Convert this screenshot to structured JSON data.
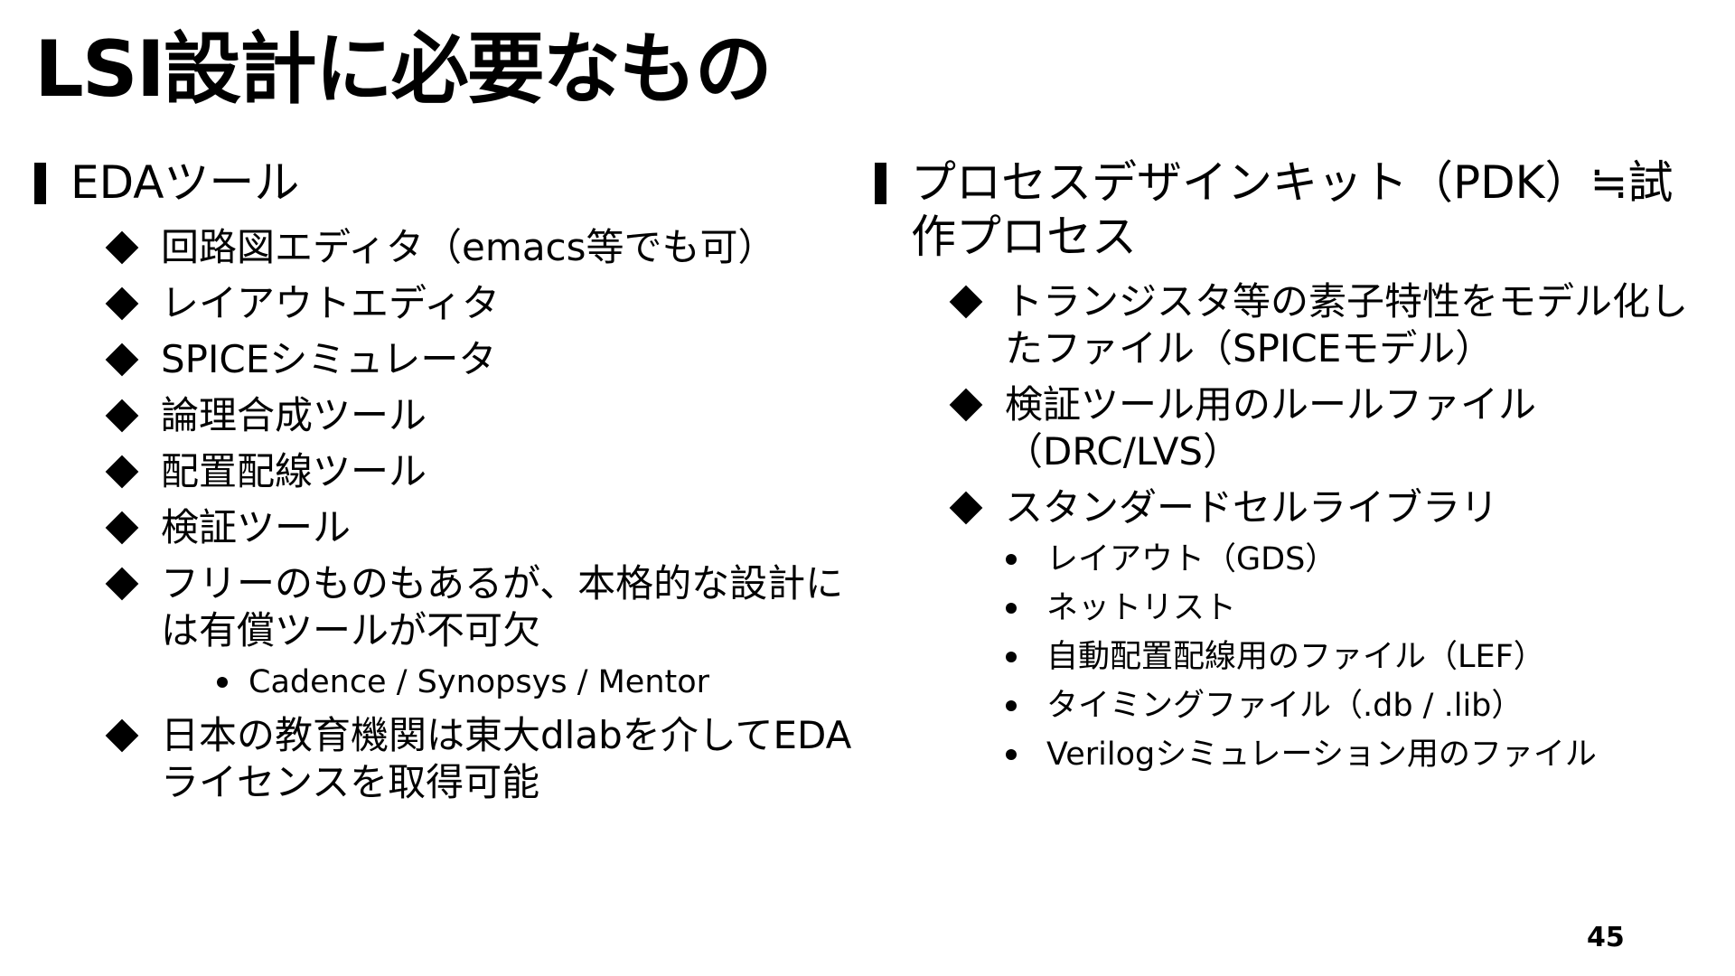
{
  "title": "LSI設計に必要なもの",
  "left": {
    "heading": "EDAツール",
    "items": [
      "回路図エディタ（emacs等でも可）",
      "レイアウトエディタ",
      "SPICEシミュレータ",
      "論理合成ツール",
      "配置配線ツール",
      "検証ツール",
      "フリーのものもあるが、本格的な設計には有償ツールが不可欠"
    ],
    "sub_items": [
      "Cadence / Synopsys / Mentor"
    ],
    "last_item": "日本の教育機関は東大dlabを介してEDAライセンスを取得可能"
  },
  "right": {
    "heading": "プロセスデザインキット（PDK）≒試作プロセス",
    "items": [
      "トランジスタ等の素子特性をモデル化したファイル（SPICEモデル）",
      "検証ツール用のルールファイル（DRC/LVS）",
      "スタンダードセルライブラリ"
    ],
    "sub_items": [
      "レイアウト（GDS）",
      "ネットリスト",
      "自動配置配線用のファイル（LEF）",
      "タイミングファイル（.db / .lib）",
      "Verilogシミュレーション用のファイル"
    ]
  },
  "page_number": "45",
  "icons": {
    "heading_bullet": "bar-bullet-icon",
    "item_bullet": "diamond-bullet-icon",
    "sub_bullet": "dot-bullet-icon"
  }
}
